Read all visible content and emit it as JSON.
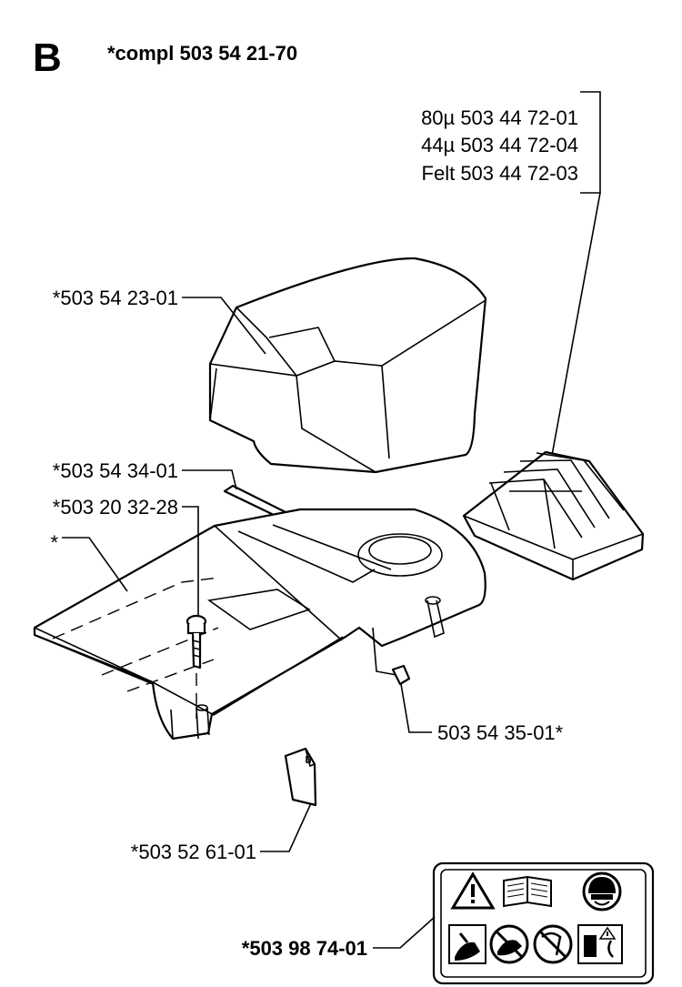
{
  "header": {
    "section_letter": "B",
    "assembly": "*compl 503 54 21-70"
  },
  "filter_options": [
    "80µ 503 44 72-01",
    "44µ 503 44 72-04",
    "Felt 503 44 72-03"
  ],
  "labels": {
    "cover": "*503 54 23-01",
    "gasket": "*503 54 34-01",
    "screw": "*503 20 32-28",
    "base": "*",
    "clip": "503 54 35-01*",
    "plate": "*503 52 61-01",
    "decal": "*503 98 74-01"
  },
  "icons": {
    "warning": "warning-triangle-icon",
    "manual": "open-book-icon",
    "helmet": "safety-helmet-icon"
  }
}
